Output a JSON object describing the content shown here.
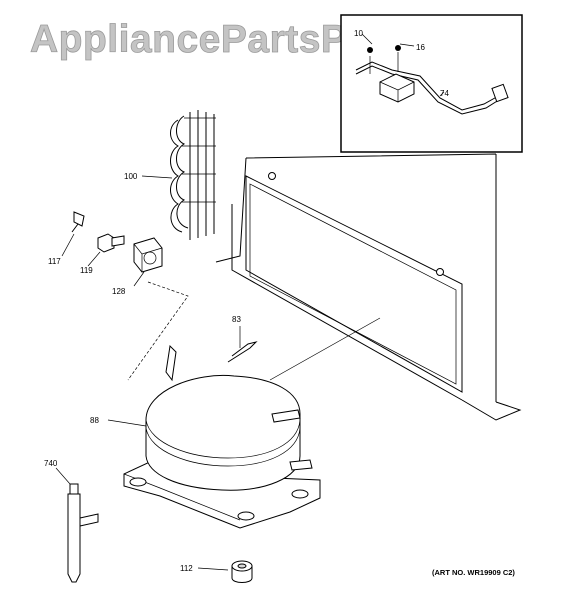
{
  "watermark": "AppliancePartsPros.com",
  "art_number": "(ART NO. WR19909 C2)",
  "parts": {
    "p10": "10",
    "p16": "16",
    "p74": "74",
    "p100": "100",
    "p117": "117",
    "p119": "119",
    "p128": "128",
    "p83": "83",
    "p88": "88",
    "p740": "740",
    "p112": "112"
  }
}
